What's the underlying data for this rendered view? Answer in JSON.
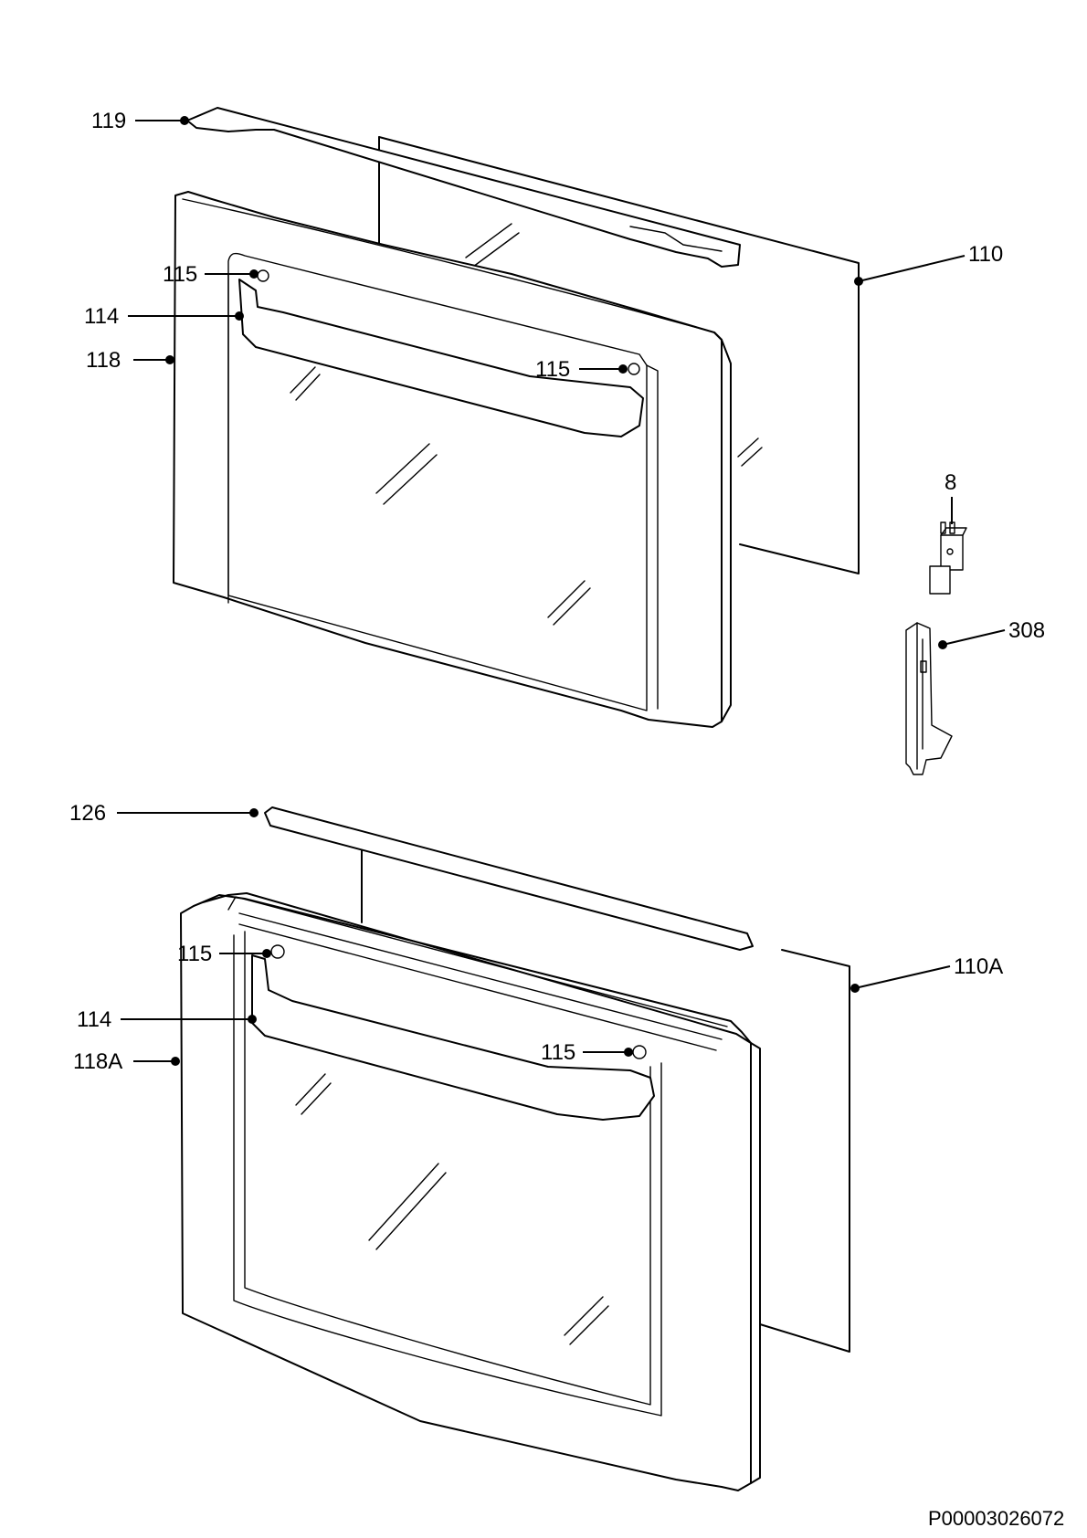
{
  "callouts": {
    "c119": "119",
    "c110": "110",
    "c115_top_left": "115",
    "c114_top": "114",
    "c118": "118",
    "c115_top_right": "115",
    "c8": "8",
    "c308": "308",
    "c126": "126",
    "c115_bottom_left": "115",
    "c110a": "110A",
    "c114_bottom": "114",
    "c118a": "118A",
    "c115_bottom_right": "115"
  },
  "drawing_code": "P00003026072"
}
